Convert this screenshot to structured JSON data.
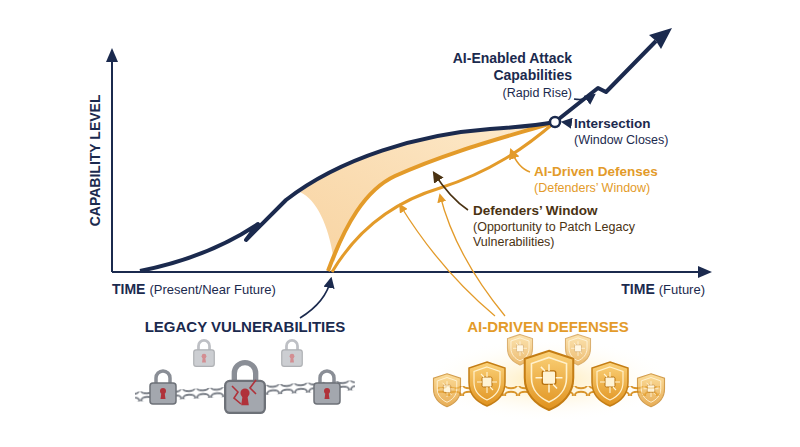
{
  "diagram": {
    "labels": [
      "CAPABILITY LEVEL",
      "TIME",
      "(Present/Near Future)",
      "TIME",
      "(Future)",
      "AI-Enabled Attack Capabilities",
      "(Rapid Rise)",
      "Intersection",
      "(Window Closes)",
      "AI-Driven Defenses",
      "(Defenders’ Window)",
      "Defenders’ Window",
      "(Opportunity to Patch Legacy Vulnerabilities)",
      "LEGACY VULNERABILITIES",
      "AI-DRIVEN DEFENSES"
    ]
  }
}
